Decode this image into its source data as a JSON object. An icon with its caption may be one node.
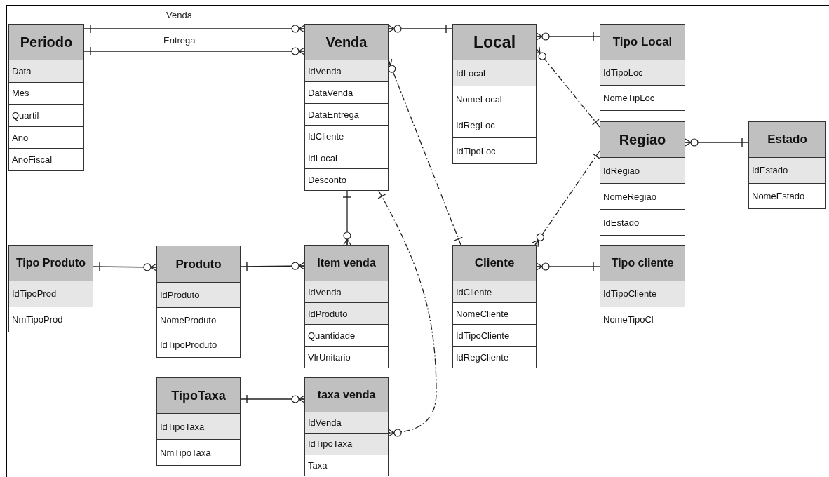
{
  "diagram": {
    "nodes": [
      {
        "text": [
          "Periodo",
          "Data",
          "Mes",
          "Quartil",
          "Ano",
          "AnoFiscal"
        ]
      },
      {
        "text": [
          "Venda",
          "IdVenda",
          "DataVenda",
          "DataEntrega",
          "IdCliente",
          "IdLocal",
          "Desconto"
        ]
      },
      {
        "text": [
          "Local",
          "IdLocal",
          "NomeLocal",
          "IdRegLoc",
          "IdTipoLoc"
        ]
      },
      {
        "text": [
          "Tipo Local",
          "IdTipoLoc",
          "NomeTipLoc"
        ]
      },
      {
        "text": [
          "Regiao",
          "IdRegiao",
          "NomeRegiao",
          "IdEstado"
        ]
      },
      {
        "text": [
          "Estado",
          "IdEstado",
          "NomeEstado"
        ]
      },
      {
        "text": [
          "Tipo Produto",
          "IdTipoProd",
          "NmTipoProd"
        ]
      },
      {
        "text": [
          "Produto",
          "IdProduto",
          "NomeProduto",
          "IdTipoProduto"
        ]
      },
      {
        "text": [
          "Item venda",
          "IdVenda",
          "IdProduto",
          "Quantidade",
          "VlrUnitario"
        ]
      },
      {
        "text": [
          "Cliente",
          "IdCliente",
          "NomeCliente",
          "IdTipoCliente",
          "IdRegCliente"
        ]
      },
      {
        "text": [
          "Tipo cliente",
          "IdTipoCliente",
          "NomeTipoCl"
        ]
      },
      {
        "text": [
          "TipoTaxa",
          "IdTipoTaxa",
          "NmTipoTaxa"
        ]
      },
      {
        "text": [
          "taxa venda",
          "IdVenda",
          "IdTipoTaxa",
          "Taxa"
        ]
      }
    ],
    "edges": [
      {
        "from": 0,
        "to": 1,
        "arrow": "other",
        "label": "Venda"
      },
      {
        "from": 0,
        "to": 1,
        "arrow": "other",
        "label": "Entrega"
      },
      {
        "from": 2,
        "to": 1,
        "arrow": "other"
      },
      {
        "from": 3,
        "to": 2,
        "arrow": "other"
      },
      {
        "from": 4,
        "to": 2,
        "arrow": "other",
        "style": "dashed"
      },
      {
        "from": 4,
        "to": 9,
        "arrow": "other",
        "style": "dashed"
      },
      {
        "from": 5,
        "to": 4,
        "arrow": "other"
      },
      {
        "from": 9,
        "to": 1,
        "arrow": "other",
        "style": "dashed"
      },
      {
        "from": 10,
        "to": 9,
        "arrow": "other"
      },
      {
        "from": 1,
        "to": 8,
        "arrow": "other"
      },
      {
        "from": 7,
        "to": 8,
        "arrow": "other"
      },
      {
        "from": 6,
        "to": 7,
        "arrow": "other"
      },
      {
        "from": 11,
        "to": 12,
        "arrow": "other"
      },
      {
        "from": 1,
        "to": 12,
        "arrow": "other",
        "style": "dashed"
      }
    ]
  }
}
